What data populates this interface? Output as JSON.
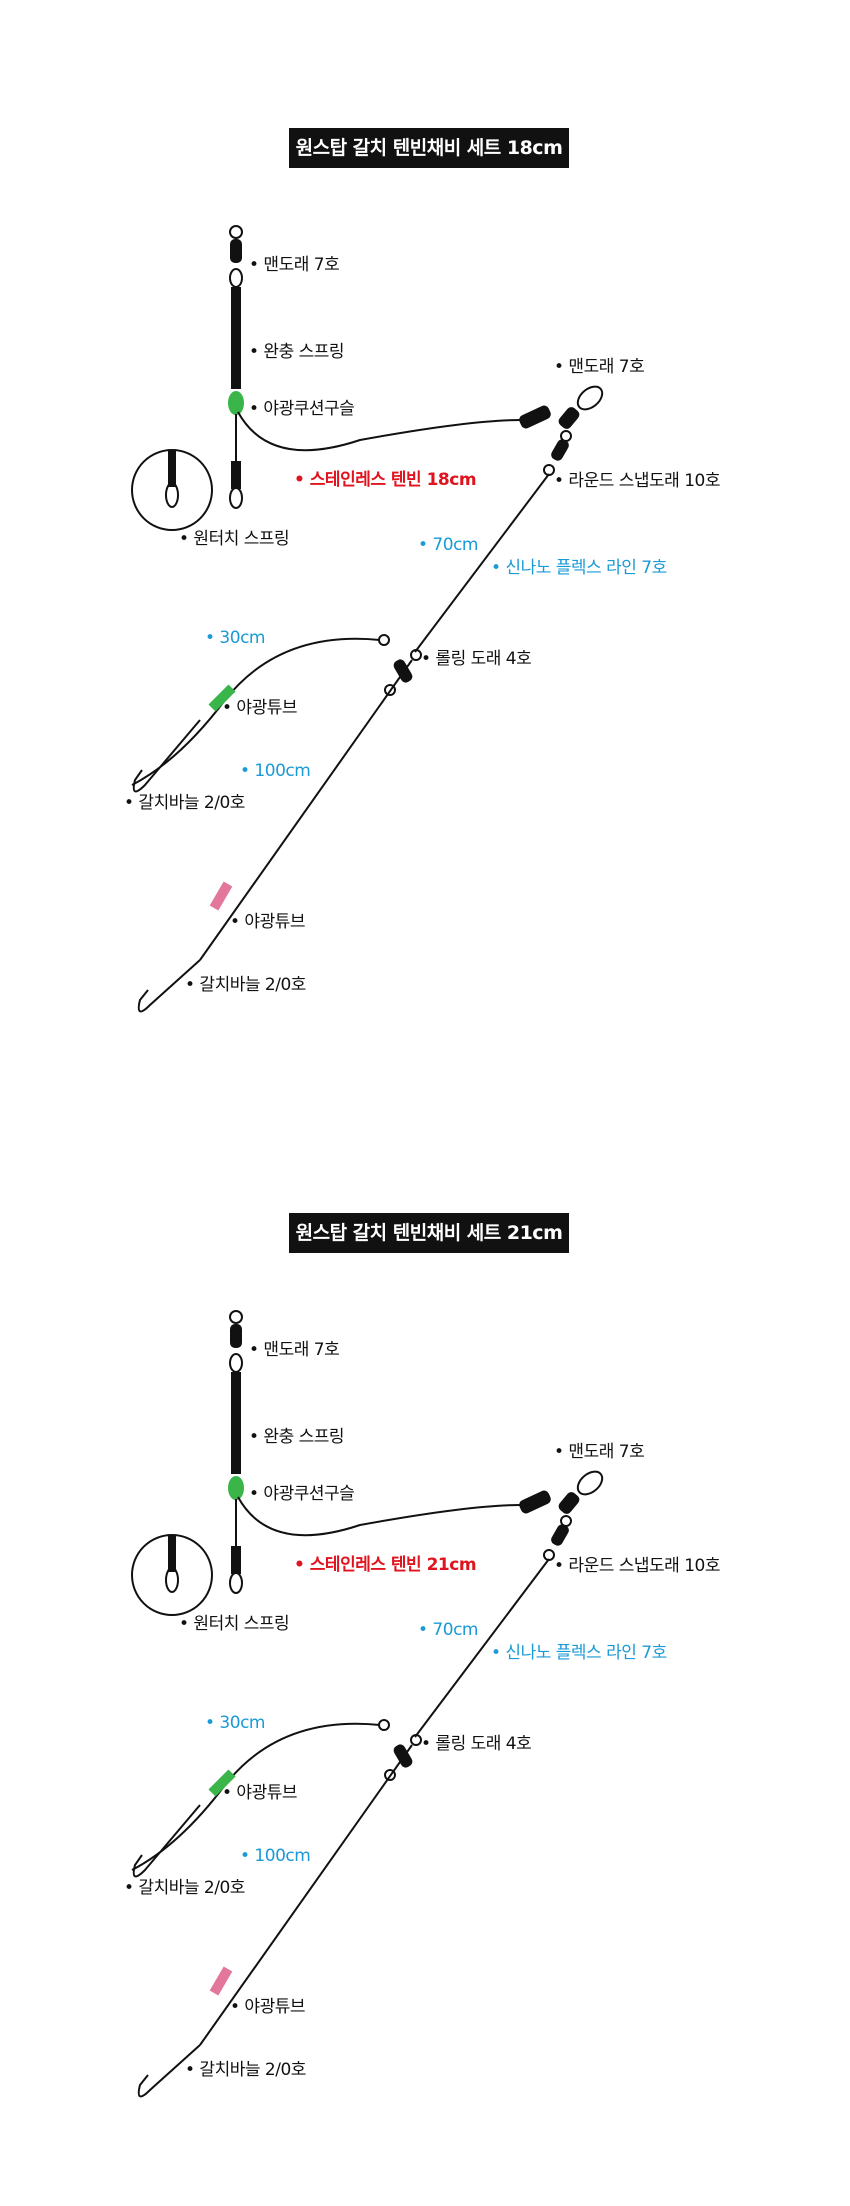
{
  "colors": {
    "line": "#111111",
    "glow_green": "#39b54a",
    "glow_pink": "#e2779b",
    "measure_blue": "#1a9ad6",
    "wire_red": "#e0141e"
  },
  "panels": [
    {
      "title": "원스탑 갈치 텐빈채비 세트 18cm",
      "labels": {
        "swivel_top": "• 맨도래 7호",
        "spring": "• 완충 스프링",
        "cushion_bead": "• 야광쿠션구슬",
        "wire": "• 스테인레스 텐빈 18cm",
        "one_touch_spring": "• 원터치 스프링",
        "swivel_right": "• 맨도래 7호",
        "snap_swivel": "• 라운드 스냅도래 10호",
        "len_70": "• 70cm",
        "line": "• 신나노 플렉스 라인 7호",
        "rolling_swivel": "• 롤링 도래 4호",
        "len_30": "• 30cm",
        "glow_tube_1": "• 야광튜브",
        "hook_1": "• 갈치바늘 2/0호",
        "len_100": "• 100cm",
        "glow_tube_2": "• 야광튜브",
        "hook_2": "• 갈치바늘 2/0호"
      }
    },
    {
      "title": "원스탑 갈치 텐빈채비 세트 21cm",
      "labels": {
        "swivel_top": "• 맨도래 7호",
        "spring": "• 완충 스프링",
        "cushion_bead": "• 야광쿠션구슬",
        "wire": "• 스테인레스 텐빈 21cm",
        "one_touch_spring": "• 원터치 스프링",
        "swivel_right": "• 맨도래 7호",
        "snap_swivel": "• 라운드 스냅도래 10호",
        "len_70": "• 70cm",
        "line": "• 신나노 플렉스 라인 7호",
        "rolling_swivel": "• 롤링 도래 4호",
        "len_30": "• 30cm",
        "glow_tube_1": "• 야광튜브",
        "hook_1": "• 갈치바늘 2/0호",
        "len_100": "• 100cm",
        "glow_tube_2": "• 야광튜브",
        "hook_2": "• 갈치바늘 2/0호"
      }
    }
  ]
}
